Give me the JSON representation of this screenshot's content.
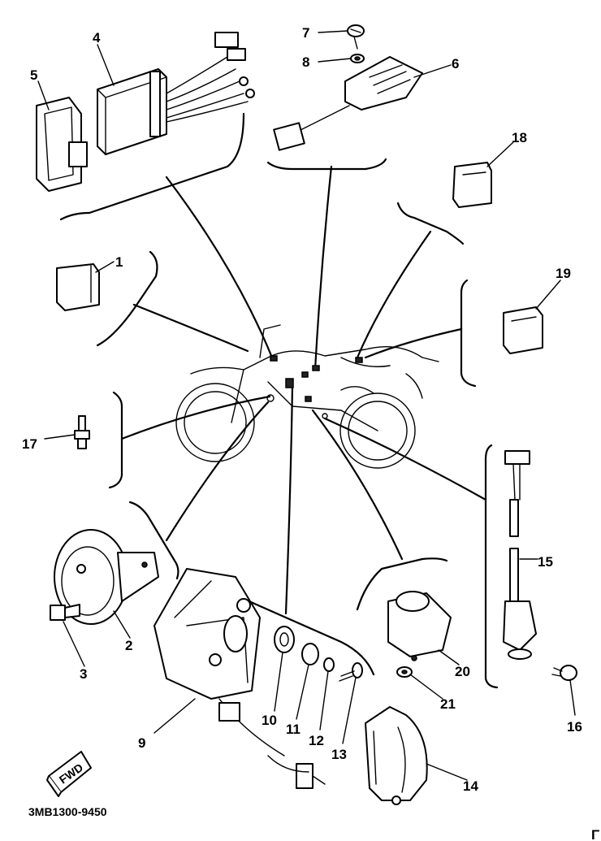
{
  "diagram": {
    "part_code": "3MB1300-9450",
    "fwd_label": "FWD",
    "corner_mark": "Γ",
    "callouts": {
      "p1": "1",
      "p2": "2",
      "p3": "3",
      "p4": "4",
      "p5": "5",
      "p6": "6",
      "p7": "7",
      "p8": "8",
      "p9": "9",
      "p10": "10",
      "p11": "11",
      "p12": "12",
      "p13": "13",
      "p14": "14",
      "p15": "15",
      "p16": "16",
      "p17": "17",
      "p18": "18",
      "p19": "19",
      "p20": "20",
      "p21": "21"
    }
  }
}
